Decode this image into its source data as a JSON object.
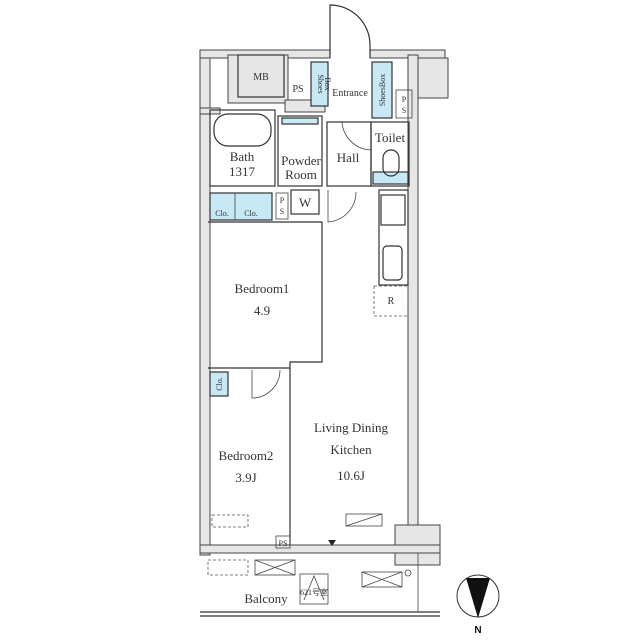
{
  "rooms": {
    "mb": "MB",
    "ps": "PS",
    "p": "P",
    "s": "S",
    "shoes_box_left": [
      "Shoes",
      "Box"
    ],
    "entrance": "Entrance",
    "shoes_box_right": "ShoesBox",
    "toilet": "Toilet",
    "bath": "Bath",
    "bath_size": "1317",
    "powder_room": [
      "Powder",
      "Room"
    ],
    "hall": "Hall",
    "washer": "W",
    "closet": "Clo.",
    "refrigerator": "R",
    "bedroom1": "Bedroom1",
    "bedroom1_size": "4.9",
    "bedroom2": "Bedroom2",
    "bedroom2_size": "3.9J",
    "ldk": [
      "Living Dining",
      "Kitchen"
    ],
    "ldk_size": "10.6J",
    "balcony": "Balcony",
    "room_number": "621号室"
  },
  "compass": {
    "label": "N"
  },
  "colors": {
    "storage": "#c7e8f5",
    "wall": "#e6e6e6"
  }
}
